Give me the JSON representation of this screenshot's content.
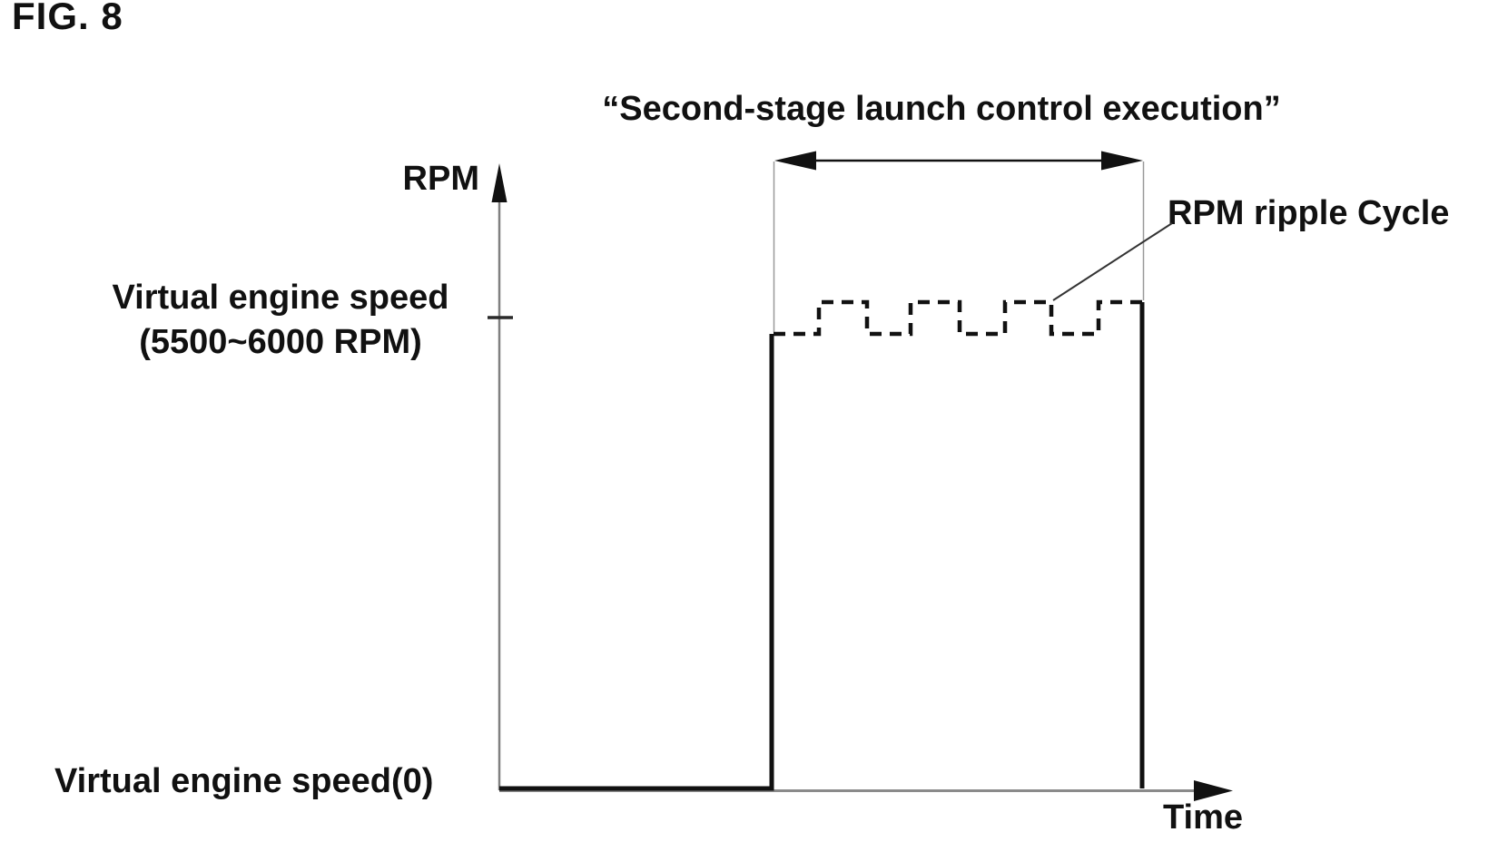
{
  "figure": {
    "label": "FIG. 8",
    "title": "“Second-stage launch control execution”"
  },
  "axes": {
    "y_axis_label": "RPM",
    "x_axis_label": "Time"
  },
  "labels": {
    "high_level_line1": "Virtual engine speed",
    "high_level_line2": "(5500~6000 RPM)",
    "zero_level": "Virtual engine speed(0)",
    "ripple_cycle": "RPM ripple Cycle"
  },
  "colors": {
    "ink": "#111111",
    "axis_gray": "#808080",
    "guide_gray": "#999999",
    "background": "#ffffff"
  },
  "chart_data": {
    "type": "line",
    "title": "“Second-stage launch control execution”",
    "xlabel": "Time",
    "ylabel": "RPM",
    "y_levels": {
      "zero": 0,
      "ripple_low_rpm": 5500,
      "ripple_high_rpm": 6000
    },
    "waveform_segments": [
      {
        "segment": "idle",
        "rpm": 0,
        "style": "solid"
      },
      {
        "segment": "step-up",
        "from_rpm": 0,
        "to_rpm": 5500,
        "style": "solid"
      },
      {
        "segment": "ripple",
        "cycles": 4,
        "low_rpm": 5500,
        "high_rpm": 6000,
        "shape": "square-wave",
        "style": "dashed"
      },
      {
        "segment": "step-down",
        "from_rpm": 6000,
        "to_rpm": 0,
        "style": "solid"
      }
    ],
    "annotations": [
      "Double-headed arrow spans the elevated-speed window labeled “Second-stage launch control execution”",
      "Leader line labels the dashed square-wave portion as RPM ripple Cycle",
      "Axis tick on RPM axis marks the Virtual engine speed (5500~6000 RPM) level",
      "Baseline level labeled Virtual engine speed(0)"
    ],
    "legend": "none",
    "grid": false
  }
}
